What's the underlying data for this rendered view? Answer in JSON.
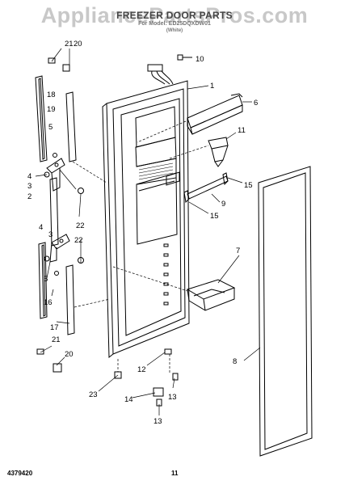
{
  "header": {
    "watermark": "AppliancePartsPros.com",
    "title": "FREEZER DOOR PARTS",
    "model_line": "For Model: ED25DQXDW01",
    "color_line": "(White)"
  },
  "callouts": [
    "21",
    "20",
    "10",
    "1",
    "6",
    "18",
    "19",
    "5",
    "11",
    "4",
    "3",
    "15",
    "2",
    "9",
    "22",
    "15",
    "4",
    "3",
    "22",
    "7",
    "5",
    "16",
    "17",
    "8",
    "21",
    "20",
    "12",
    "23",
    "14",
    "13",
    "13"
  ],
  "footer": {
    "part_code": "4379420",
    "page_number": "11"
  },
  "colors": {
    "line": "#000000",
    "watermark": "#c8c8c8",
    "fill": "#ffffff"
  }
}
